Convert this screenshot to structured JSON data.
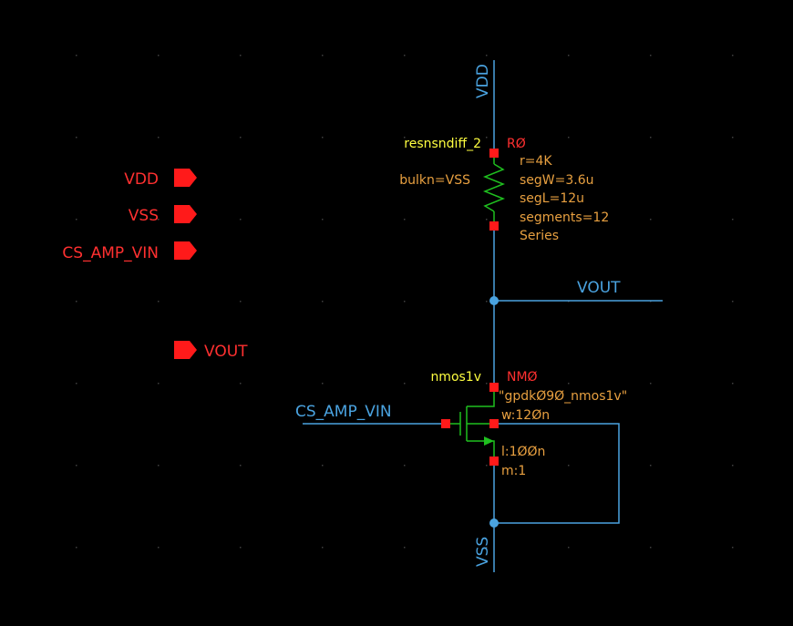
{
  "colors": {
    "background": "#000000",
    "wire": "#4aa3e0",
    "pin": "#ff1a1a",
    "inst_name": "#ff3030",
    "cell_name": "#ffff40",
    "param": "#e8a040",
    "resistor": "#1fbf1f",
    "mos": "#1fbf1f",
    "dot": "#404040"
  },
  "pins": [
    {
      "label": "VDD"
    },
    {
      "label": "VSS"
    },
    {
      "label": "CS_AMP_VIN"
    },
    {
      "label": "VOUT"
    }
  ],
  "nets": {
    "vdd": "VDD",
    "vss": "VSS",
    "vout": "VOUT",
    "vin": "CS_AMP_VIN"
  },
  "resistor": {
    "cell": "resnsndiff_2",
    "instance": "RØ",
    "bulk": "bulkn=VSS",
    "params": [
      "r=4K",
      "segW=3.6u",
      "segL=12u",
      "segments=12",
      "Series"
    ]
  },
  "nmos": {
    "cell": "nmos1v",
    "instance": "NMØ",
    "model": "\"gpdkØ9Ø_nmos1v\"",
    "params": [
      "w:12Øn",
      "l:1ØØn",
      "m:1"
    ]
  }
}
